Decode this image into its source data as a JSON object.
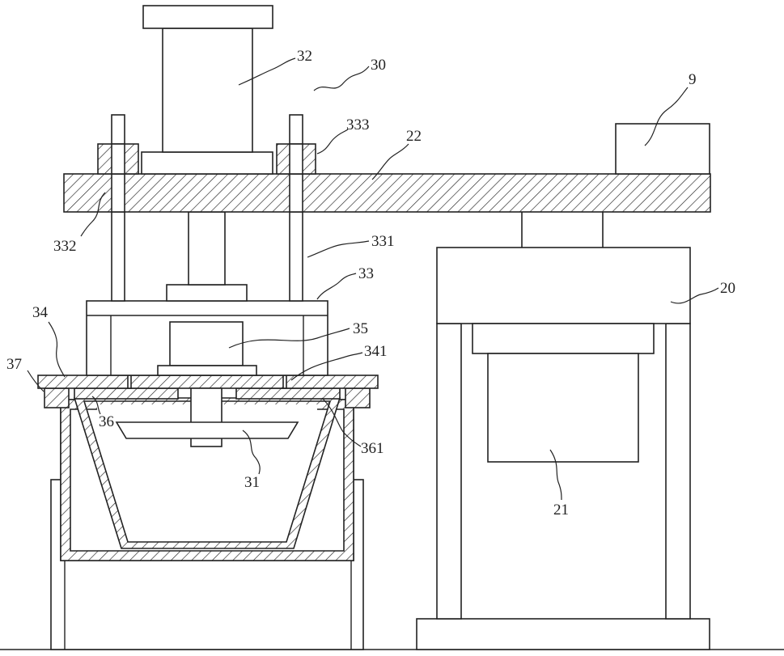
{
  "labels": {
    "l9": "9",
    "l20": "20",
    "l21": "21",
    "l22": "22",
    "l30": "30",
    "l31": "31",
    "l32": "32",
    "l33": "33",
    "l34": "34",
    "l35": "35",
    "l36": "36",
    "l37": "37",
    "l331": "331",
    "l332": "332",
    "l333": "333",
    "l341": "341",
    "l361": "361"
  }
}
